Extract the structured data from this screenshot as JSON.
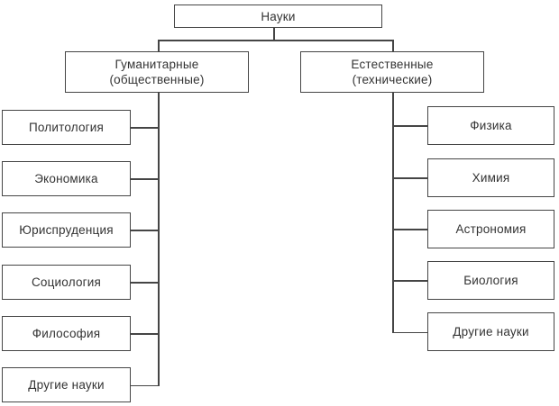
{
  "diagram": {
    "root": {
      "label": "Науки"
    },
    "branches": [
      {
        "name": "humanities",
        "line1": "Гуманитарные",
        "line2": "(общественные)",
        "children": [
          "Политология",
          "Экономика",
          "Юриспруденция",
          "Социология",
          "Философия",
          "Другие науки"
        ]
      },
      {
        "name": "natural",
        "line1": "Естественные",
        "line2": "(технические)",
        "children": [
          "Физика",
          "Химия",
          "Астрономия",
          "Биология",
          "Другие науки"
        ]
      }
    ],
    "colors": {
      "line": "#454545",
      "text": "#333333",
      "background": "#ffffff"
    }
  }
}
